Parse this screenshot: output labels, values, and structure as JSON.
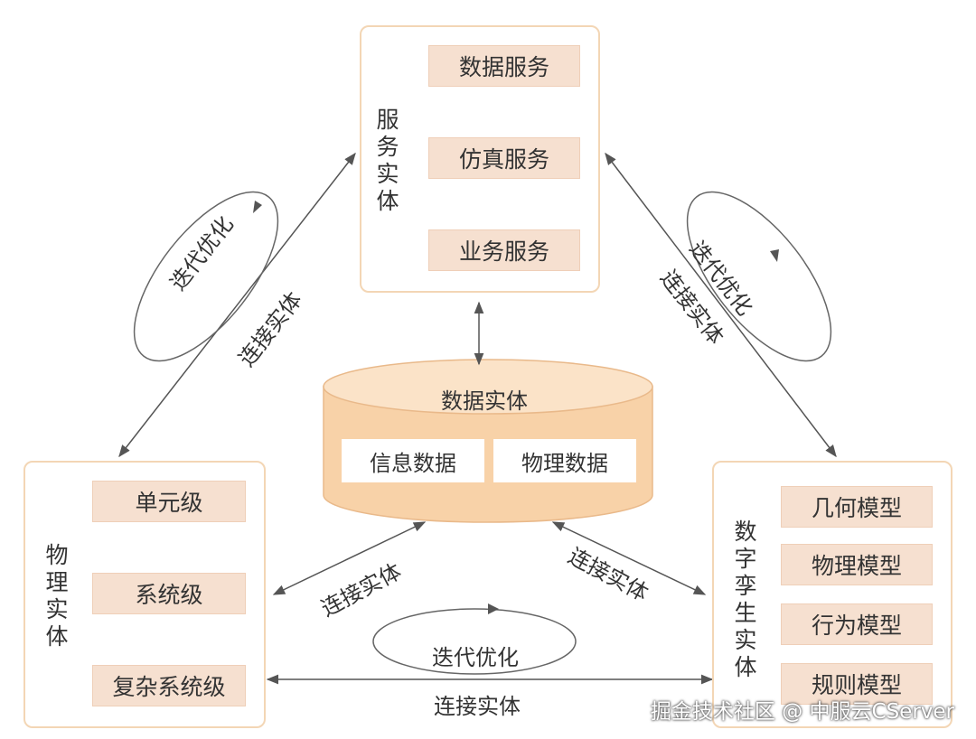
{
  "service_entity": {
    "title": "服务实体",
    "items": [
      "数据服务",
      "仿真服务",
      "业务服务"
    ]
  },
  "data_entity": {
    "title": "数据实体",
    "items": [
      "信息数据",
      "物理数据"
    ]
  },
  "physical_entity": {
    "title": "物理实体",
    "items": [
      "单元级",
      "系统级",
      "复杂系统级"
    ]
  },
  "twin_entity": {
    "title": "数字孪生实体",
    "items": [
      "几何模型",
      "物理模型",
      "行为模型",
      "规则模型"
    ]
  },
  "edge_labels": {
    "left_iter": "迭代优化",
    "left_connect": "连接实体",
    "right_iter": "迭代优化",
    "right_connect": "连接实体",
    "mid_left_connect": "连接实体",
    "mid_right_connect": "连接实体",
    "bottom_iter": "迭代优化",
    "bottom_connect": "连接实体"
  },
  "watermark": "掘金技术社区 @ 中服云CServer",
  "colors": {
    "panel_border": "#f3d6b5",
    "item_fill": "#f6e0d0",
    "cylinder_fill": "#f8d2a8",
    "cylinder_top": "#fbe3c8",
    "line": "#555555"
  }
}
